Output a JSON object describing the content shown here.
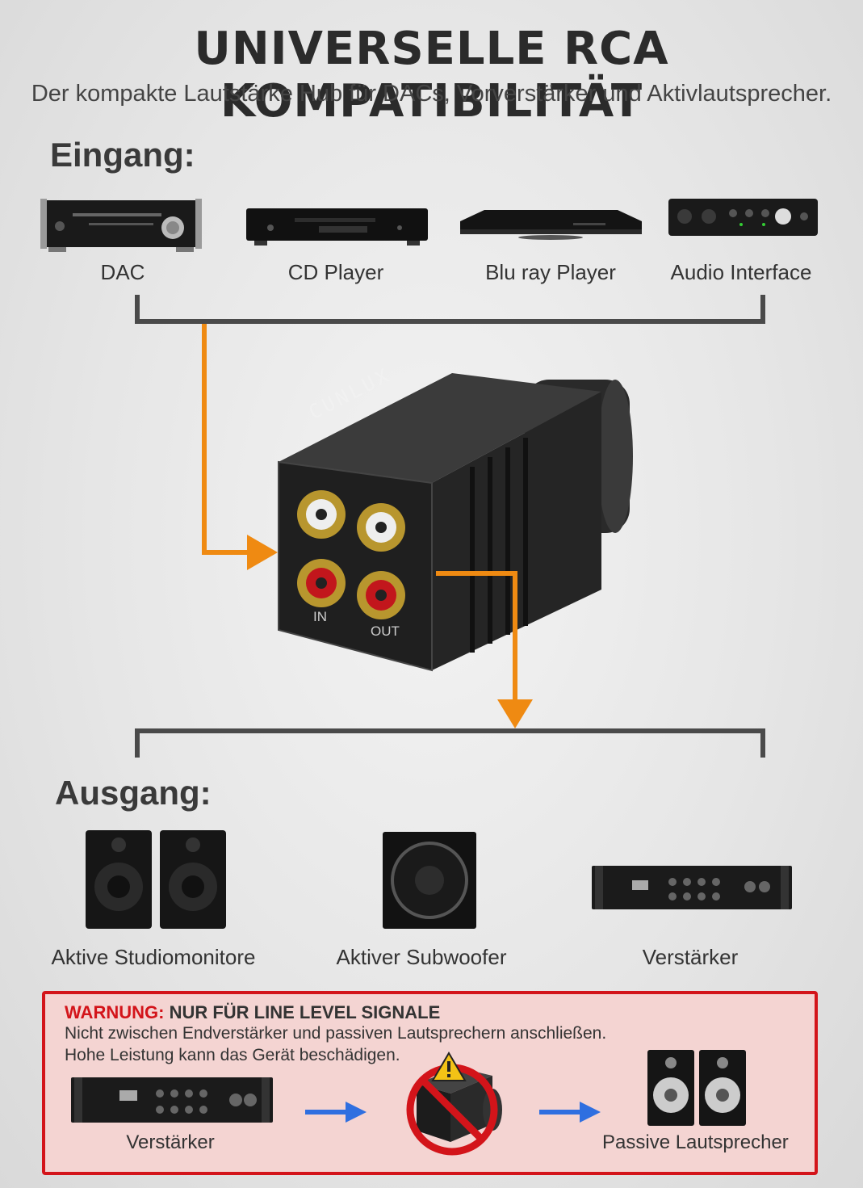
{
  "title": "UNIVERSELLE RCA KOMPATIBILITÄT",
  "subtitle": "Der kompakte Lautstärke Hub für DACs, Vorverstärker und Aktivlautsprecher.",
  "input": {
    "label": "Eingang:",
    "devices": [
      "DAC",
      "CD Player",
      "Blu ray Player",
      "Audio Interface"
    ]
  },
  "product": {
    "brand": "CUNLUX",
    "port_in": "IN",
    "port_out": "OUT"
  },
  "output": {
    "label": "Ausgang:",
    "devices": [
      "Aktive Studiomonitore",
      "Aktiver Subwoofer",
      "Verstärker"
    ]
  },
  "warning": {
    "prefix": "WARNUNG:",
    "title": "NUR FÜR LINE LEVEL SIGNALE",
    "line1": "Nicht zwischen Endverstärker und passiven Lautsprechern anschließen.",
    "line2": "Hohe Leistung kann das Gerät beschädigen.",
    "left_label": "Verstärker",
    "right_label": "Passive Lautsprecher"
  },
  "colors": {
    "arrow": "#ef8a12",
    "warning_red": "#d3141a",
    "blue_arrow": "#2f6fe0",
    "bracket": "#4a4a4a"
  }
}
